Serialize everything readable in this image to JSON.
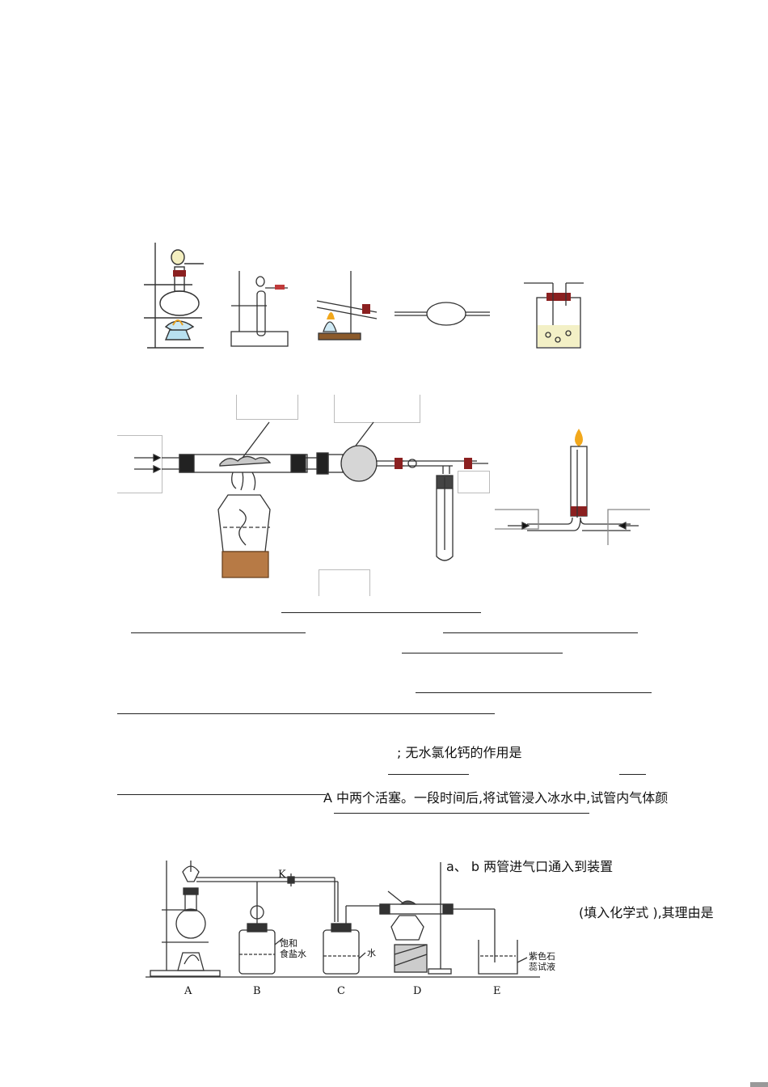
{
  "text": {
    "calcium_chloride_role": "; 无水氯化钙的作用是",
    "line_a_valves": "A  中两个活塞。一段时间后,将试管浸入冰水中,试管内气体颜",
    "line_ab_tubes": "a、 b  两管进气口通入到装置",
    "line_fill_formula": "(填入化学式  ),其理由是"
  },
  "figure2": {
    "labels": [
      "A",
      "B",
      "C",
      "D",
      "E"
    ],
    "valve_k": "K",
    "bottle_b_line1": "饱和",
    "bottle_b_line2": "食盐水",
    "bottle_c": "水",
    "beaker_e_line1": "紫色石",
    "beaker_e_line2": "蕊试液"
  },
  "colors": {
    "apparatus": "#333333",
    "stopper": "#8b2020",
    "flame": "#f2a81c",
    "wood": "#b77a45"
  }
}
